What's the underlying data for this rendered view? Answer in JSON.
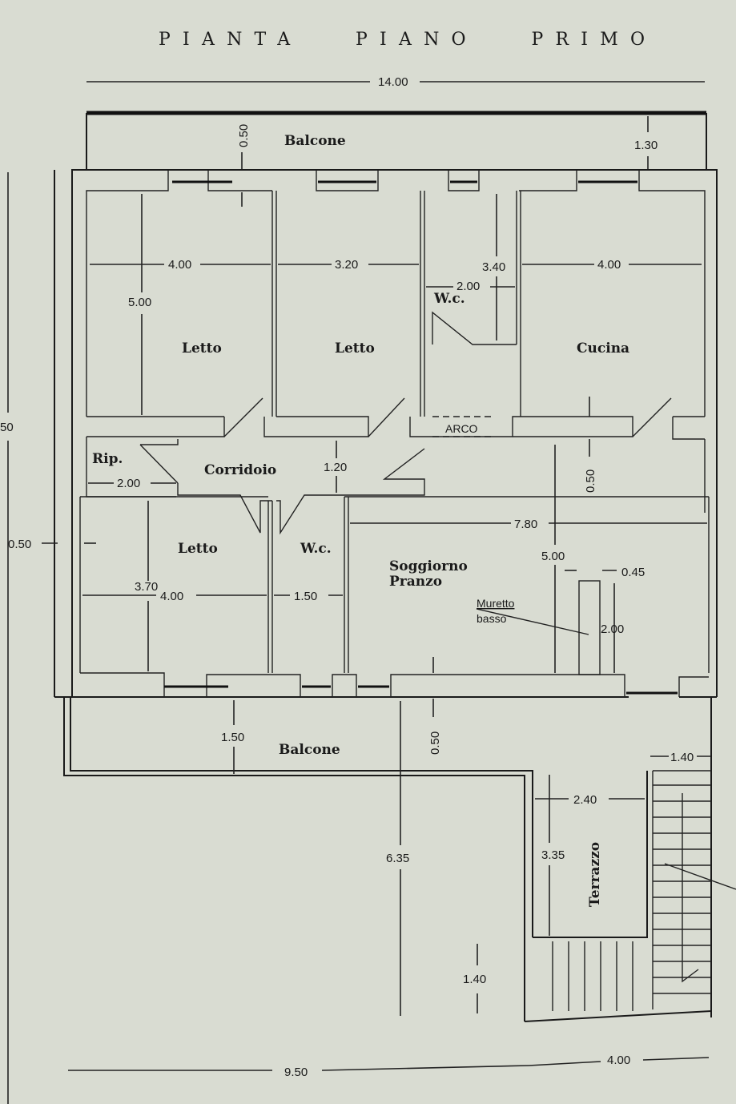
{
  "title": "PIANTA   PIANO   PRIMO",
  "rooms": {
    "balcone_top": "Balcone",
    "letto_1": "Letto",
    "letto_2": "Letto",
    "wc_1": "W.c.",
    "cucina": "Cucina",
    "arco": "ARCO",
    "rip": "Rip.",
    "corridoio": "Corridoio",
    "letto_3": "Letto",
    "wc_2": "W.c.",
    "soggiorno": "Soggiorno",
    "pranzo": "Pranzo",
    "muretto": "Muretto",
    "basso": "basso",
    "balcone_bottom": "Balcone",
    "terrazzo": "Terrazzo"
  },
  "dims": {
    "total_width": "14.00",
    "balcone_wall": "0.50",
    "balcone_depth": "1.30",
    "letto1_w": "4.00",
    "letto1_h": "5.00",
    "letto2_w": "3.20",
    "wc1_w": "2.00",
    "wc1_h": "3.40",
    "cucina_w": "4.00",
    "left_partial": "50",
    "rip_w": "2.00",
    "corr_h": "1.20",
    "wall_050_mid": "0.50",
    "left_wall": "0.50",
    "soggiorno_w": "7.80",
    "soggiorno_h": "5.00",
    "muretto_w": "0.45",
    "muretto_h": "2.00",
    "letto3_h": "3.70",
    "letto3_w": "4.00",
    "wc2_w": "1.50",
    "balcone_b_depth": "1.50",
    "wall_050_bottom": "0.50",
    "stairs_w": "1.40",
    "terrazzo_w": "2.40",
    "terrazzo_h": "3.35",
    "overall_h": "6.35",
    "stair_land": "1.40",
    "bottom_left": "9.50",
    "bottom_right": "4.00"
  }
}
